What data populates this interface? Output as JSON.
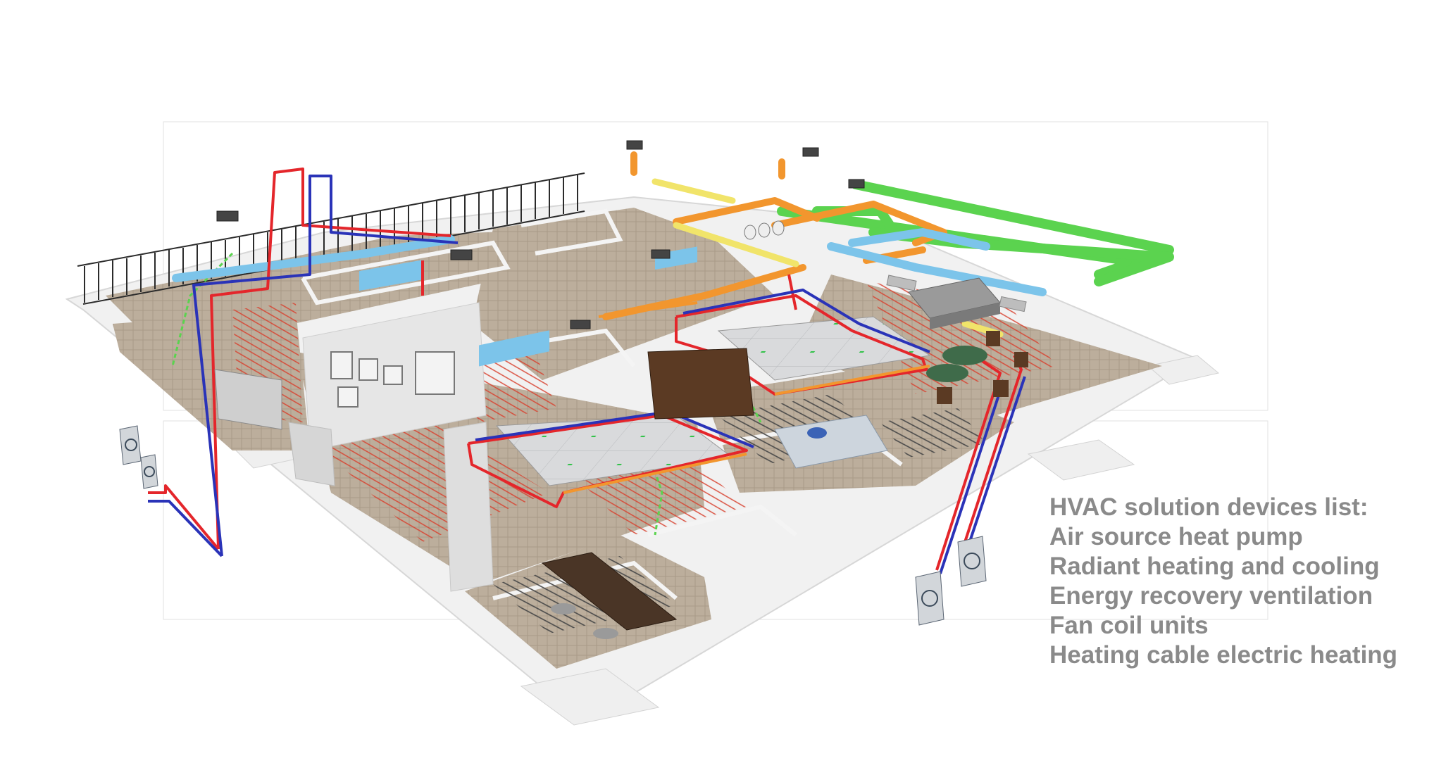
{
  "legend": {
    "heading": "HVAC solution devices list:",
    "items": [
      "Air source heat pump",
      "Radiant heating and cooling",
      "Energy recovery ventilation",
      "Fan coil units",
      "Heating cable electric heating"
    ]
  },
  "colors": {
    "floor_slab": "#f1f1f1",
    "floor_tile": "#b9ac9b",
    "supply_pipe": "#e4262b",
    "return_pipe": "#2a33b8",
    "radiant_loop": "#d8412f",
    "heating_cable": "#4a4a4a",
    "fresh_air_duct": "#5bd34f",
    "exhaust_duct": "#f2962e",
    "return_air_duct": "#7cc4ea",
    "outdoor_air_duct": "#f1e46a",
    "interior_wall": "#e6e6e6",
    "wood_furniture": "#5b3a23"
  },
  "icons": {
    "outdoor_unit": "heat-pump-outdoor-unit-icon",
    "fan_coil": "fan-coil-unit-icon",
    "erv": "energy-recovery-ventilator-icon",
    "ceiling_panel": "radiant-ceiling-panel-icon"
  }
}
